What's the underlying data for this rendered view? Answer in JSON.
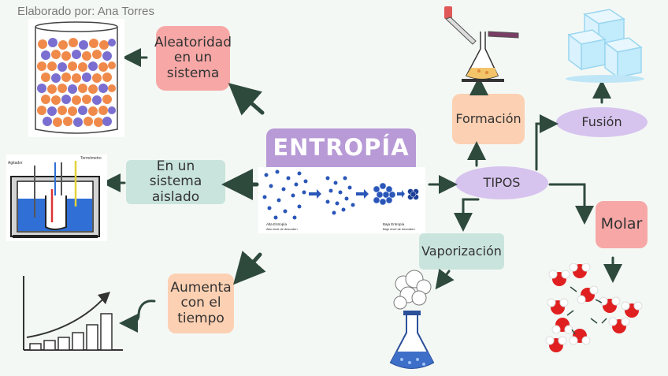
{
  "author": "Elaborado por: Ana       Torres",
  "title": "ENTROPÍA",
  "title_image": {
    "left_caption_1": "Alta Entropía",
    "left_caption_2": "Alto nivel de desorden",
    "right_caption_1": "Baja Entropía",
    "right_caption_2": "Bajo nivel de desorden"
  },
  "nodes": {
    "random": "Aleatoridad en un sistema",
    "isolated": "En un sistema aislado",
    "time": "Aumenta con el tiempo",
    "tipos": "TIPOS",
    "formacion": "Formación",
    "fusion": "Fusión",
    "molar": "Molar",
    "vapor": "Vaporización"
  },
  "illustration_labels": {
    "agitador": "Agitador",
    "termometro": "Termómetro"
  },
  "colors": {
    "arrow": "#2e4a3d",
    "title_tab": "#b79ad6",
    "pink": "#f7a8a6",
    "peach": "#fcd0b2",
    "mint": "#c9e4dc",
    "lavender": "#d7c4ee"
  }
}
